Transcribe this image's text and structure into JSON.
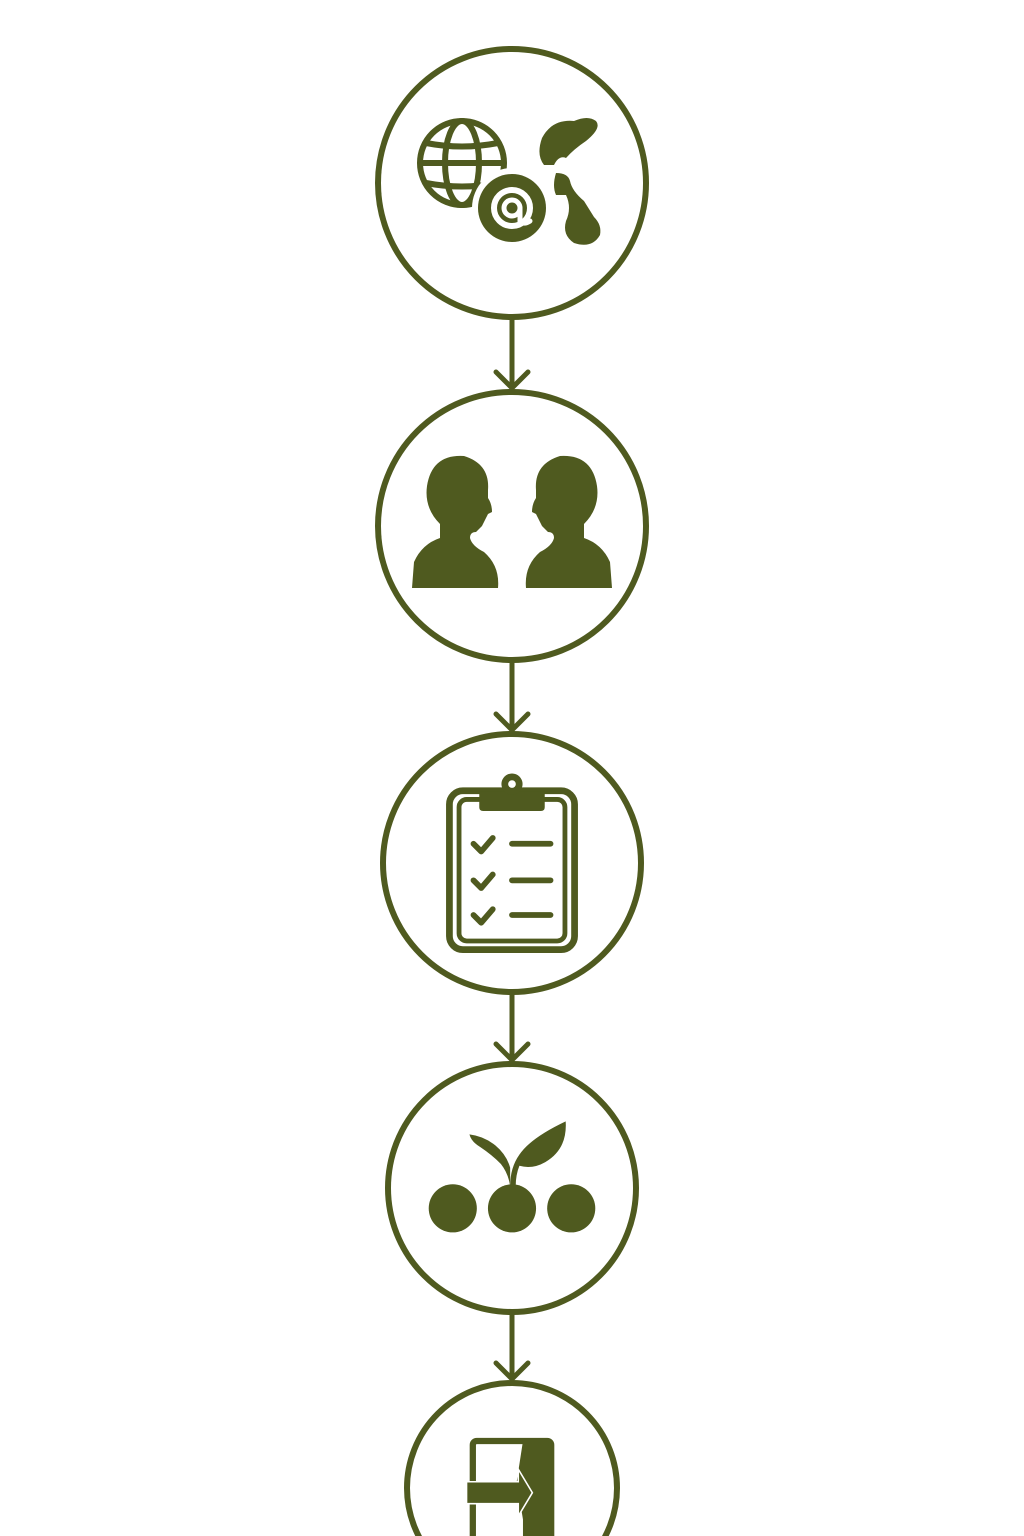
{
  "diagram": {
    "colors": {
      "stroke": "#4f5a1f",
      "fill": "#4f5a1f",
      "background": "#ffffff"
    },
    "steps": [
      {
        "icon": "globe-email-phone-icon"
      },
      {
        "icon": "two-people-facing-icon"
      },
      {
        "icon": "clipboard-checklist-icon"
      },
      {
        "icon": "sprout-seed-icon"
      },
      {
        "icon": "door-enter-icon"
      }
    ],
    "connectors": [
      {
        "from": 0,
        "to": 1
      },
      {
        "from": 1,
        "to": 2
      },
      {
        "from": 2,
        "to": 3
      },
      {
        "from": 3,
        "to": 4
      }
    ]
  }
}
